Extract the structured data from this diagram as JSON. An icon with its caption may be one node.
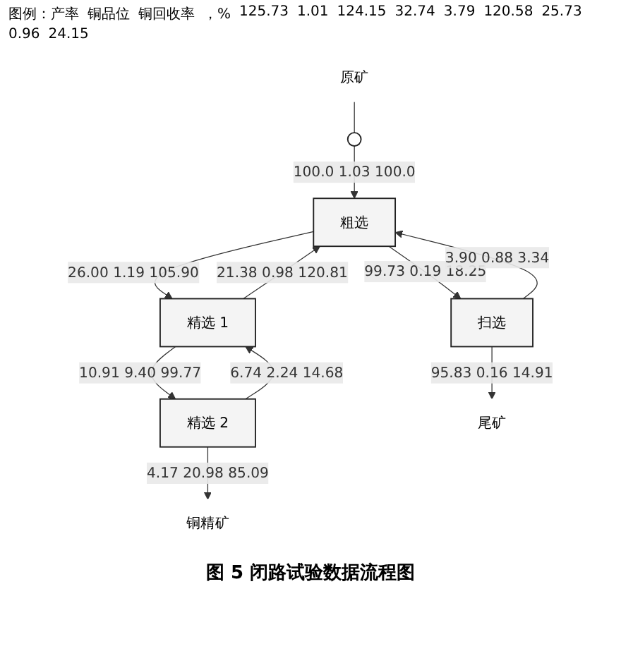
{
  "diagram": {
    "caption": "图 5 闭路试验数据流程图",
    "nodes": [
      {
        "text": [
          "原矿"
        ]
      },
      {
        "text": [],
        "shape": "circle"
      },
      {
        "text": [
          "粗选"
        ]
      },
      {
        "text": [
          "精选 1"
        ]
      },
      {
        "text": [
          "扫选"
        ]
      },
      {
        "text": [
          "精选 2"
        ]
      },
      {
        "text": [
          "铜精矿"
        ]
      },
      {
        "text": [
          "尾矿"
        ]
      }
    ],
    "edges": [
      {
        "from": 0,
        "to": 1,
        "arrow": "none"
      },
      {
        "from": 1,
        "to": 2,
        "arrow": "to",
        "label": "100.0 1.03 100.0"
      },
      {
        "from": 2,
        "to": 3,
        "arrow": "to",
        "label": "26.00 1.19 105.90"
      },
      {
        "from": 2,
        "to": 4,
        "arrow": "to",
        "label": "99.73 0.19 18.25"
      },
      {
        "from": 3,
        "to": 5,
        "arrow": "to",
        "label": "10.91 9.40 99.77"
      },
      {
        "from": 3,
        "to": 2,
        "arrow": "to",
        "label": "21.38 0.98 120.81"
      },
      {
        "from": 4,
        "to": 2,
        "arrow": "to",
        "label": "3.90 0.88 3.34"
      },
      {
        "from": 5,
        "to": 3,
        "arrow": "to",
        "label": "6.74 2.24 14.68"
      },
      {
        "from": 5,
        "to": 6,
        "arrow": "to",
        "label": "4.17 20.98 85.09"
      },
      {
        "from": 4,
        "to": 7,
        "arrow": "to",
        "label": "95.83 0.16 14.91"
      }
    ],
    "labels": [
      "图例：产率",
      "铜品位",
      "铜回收率",
      "，%",
      "125.73",
      "1.01",
      "124.15",
      "32.74",
      "3.79",
      "120.58",
      "25.73",
      "0.96",
      "24.15"
    ]
  }
}
